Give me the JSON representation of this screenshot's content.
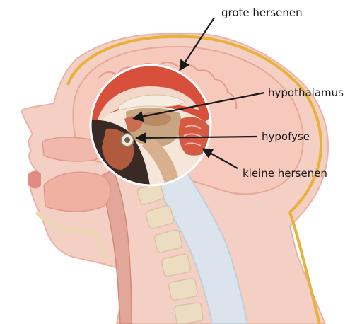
{
  "labels": {
    "grote_hersenen": "grote hersenen",
    "hypothalamus": "hypothalamus",
    "hypofyse": "hypofyse",
    "kleine_hersenen": "kleine hersenen"
  },
  "colors": {
    "background": "#ffffff",
    "skin_faded": "#f4cfc4",
    "skin_outline": "#e9b4a6",
    "brain_faded": "#f7c9bd",
    "brain_outline": "#e8a898",
    "cortex_red": "#d8503c",
    "white_matter": "#f0d6c4",
    "ventricle": "#b98a66",
    "thalamus": "#c0a07a",
    "cerebellum": "#d45a44",
    "dura_gold": "#e7b23a",
    "spine_gray": "#cfd8e2",
    "vertebra": "#e9dcc6",
    "pharynx": "#c7806e",
    "pointer_line": "#1a1a1a"
  }
}
